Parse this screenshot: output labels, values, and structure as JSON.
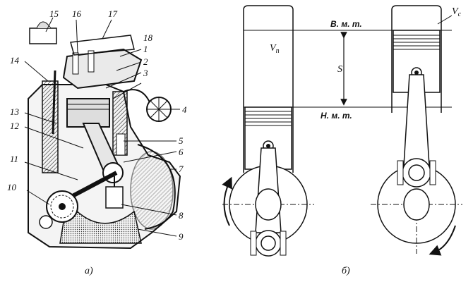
{
  "figure_a": {
    "caption": "а)",
    "callouts": [
      "1",
      "2",
      "3",
      "4",
      "5",
      "6",
      "7",
      "8",
      "9",
      "10",
      "11",
      "12",
      "13",
      "14",
      "15",
      "16",
      "17",
      "18"
    ]
  },
  "figure_b": {
    "caption": "б)",
    "tdc_label": "В. м. т.",
    "bdc_label": "Н. м. т.",
    "stroke_label": "S",
    "displacement_symbol": "V",
    "displacement_sub": "п",
    "clearance_symbol": "V",
    "clearance_sub": "c"
  }
}
